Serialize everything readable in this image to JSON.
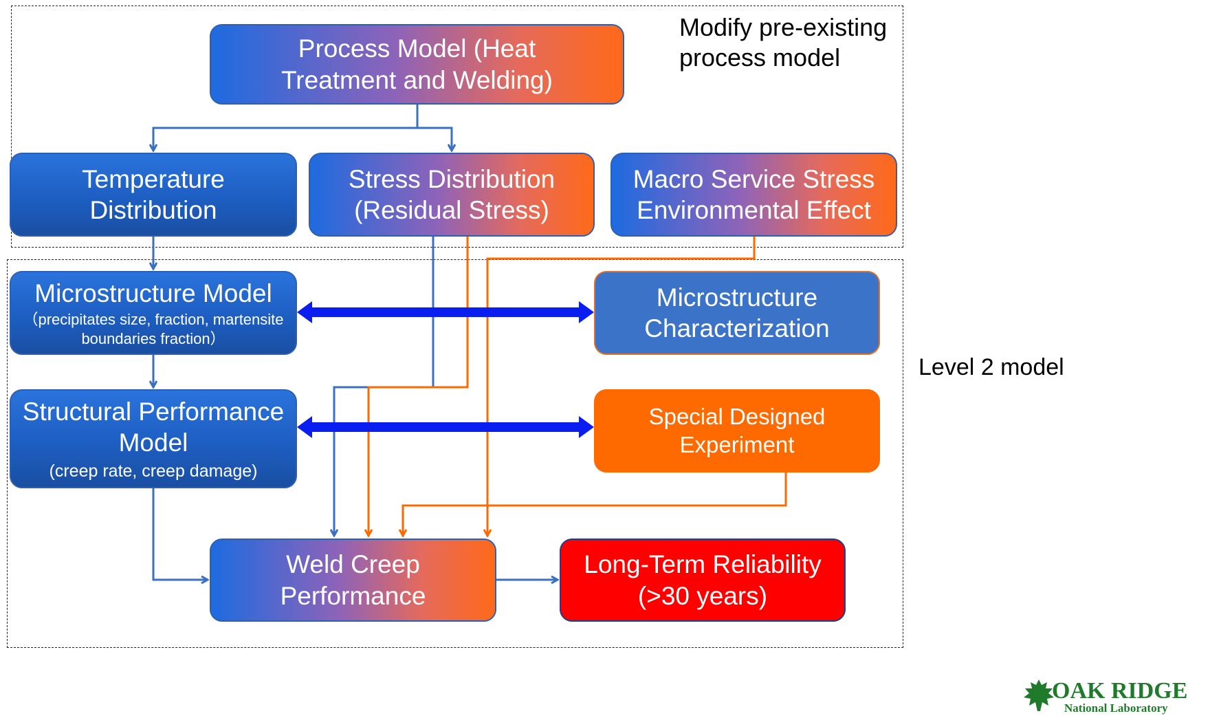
{
  "regions": {
    "top_note": "Modify pre-existing process model",
    "bottom_note": "Level 2 model"
  },
  "nodes": {
    "process_model": "Process Model (Heat Treatment and Welding)",
    "temperature_distribution": "Temperature Distribution",
    "stress_distribution": "Stress Distribution (Residual Stress)",
    "macro_service_stress": "Macro Service Stress Environmental Effect",
    "microstructure_model": {
      "title": "Microstructure Model",
      "subtitle": "（precipitates size, fraction, martensite boundaries fraction）"
    },
    "microstructure_characterization": "Microstructure Characterization",
    "structural_performance_model": {
      "title": "Structural Performance Model",
      "subtitle": "(creep rate, creep damage)"
    },
    "special_designed_experiment": "Special Designed Experiment",
    "weld_creep_performance": "Weld Creep Performance",
    "long_term_reliability": "Long-Term Reliability (>30 years)"
  },
  "logo": {
    "main": "OAK RIDGE",
    "sub": "National Laboratory"
  },
  "colors": {
    "blue_line": "#3a6fc4",
    "orange_line": "#ff6a00",
    "double_arrow": "#0a1ef0"
  }
}
